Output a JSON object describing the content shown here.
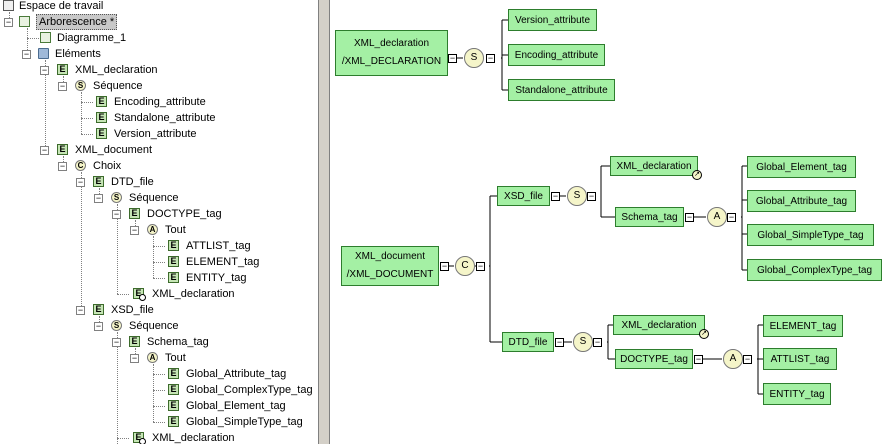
{
  "tree": {
    "workspace": "Espace de travail",
    "tree_title": "Arborescence *",
    "diagram": "Diagramme_1",
    "elements": "Eléments",
    "items": [
      {
        "label": "XML_declaration",
        "type": "E"
      },
      {
        "label": "Séquence",
        "type": "S"
      },
      {
        "label": "Encoding_attribute",
        "type": "E"
      },
      {
        "label": "Standalone_attribute",
        "type": "E"
      },
      {
        "label": "Version_attribute",
        "type": "E"
      },
      {
        "label": "XML_document",
        "type": "E"
      },
      {
        "label": "Choix",
        "type": "C"
      },
      {
        "label": "DTD_file",
        "type": "E"
      },
      {
        "label": "Séquence",
        "type": "S"
      },
      {
        "label": "DOCTYPE_tag",
        "type": "E"
      },
      {
        "label": "Tout",
        "type": "A"
      },
      {
        "label": "ATTLIST_tag",
        "type": "E"
      },
      {
        "label": "ELEMENT_tag",
        "type": "E"
      },
      {
        "label": "ENTITY_tag",
        "type": "E"
      },
      {
        "label": "XML_declaration",
        "type": "ref"
      },
      {
        "label": "XSD_file",
        "type": "E"
      },
      {
        "label": "Séquence",
        "type": "S"
      },
      {
        "label": "Schema_tag",
        "type": "E"
      },
      {
        "label": "Tout",
        "type": "A"
      },
      {
        "label": "Global_Attribute_tag",
        "type": "E"
      },
      {
        "label": "Global_ComplexType_tag",
        "type": "E"
      },
      {
        "label": "Global_Element_tag",
        "type": "E"
      },
      {
        "label": "Global_SimpleType_tag",
        "type": "E"
      },
      {
        "label": "XML_declaration",
        "type": "ref"
      }
    ]
  },
  "icons": {
    "E": "E",
    "S": "S",
    "C": "C",
    "A": "A",
    "expander_open": "−"
  },
  "diagram": {
    "xmldecl": {
      "line1": "XML_declaration",
      "line2": "/XML_DECLARATION"
    },
    "xmldecl_seq": "S",
    "version_attr": "Version_attribute",
    "encoding_attr": "Encoding_attribute",
    "standalone_attr": "Standalone_attribute",
    "xmldoc": {
      "line1": "XML_document",
      "line2": "/XML_DOCUMENT"
    },
    "choice": "C",
    "xsd_file": "XSD_file",
    "xsd_seq": "S",
    "xsd_xmldecl": "XML_declaration",
    "schema_tag": "Schema_tag",
    "schema_all": "A",
    "global_element": "Global_Element_tag",
    "global_attribute": "Global_Attribute_tag",
    "global_simpletype": "Global_SimpleType_tag",
    "global_complextype": "Global_ComplexType_tag",
    "dtd_file": "DTD_file",
    "dtd_seq": "S",
    "dtd_xmldecl": "XML_declaration",
    "doctype_tag": "DOCTYPE_tag",
    "doctype_all": "A",
    "element_tag": "ELEMENT_tag",
    "attlist_tag": "ATTLIST_tag",
    "entity_tag": "ENTITY_tag",
    "connector_minus": "−"
  }
}
